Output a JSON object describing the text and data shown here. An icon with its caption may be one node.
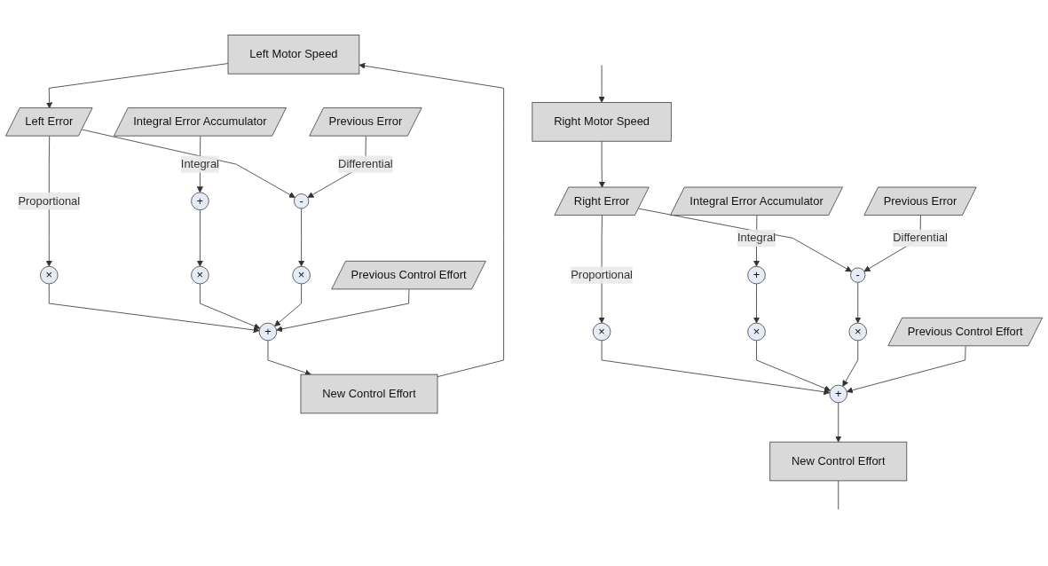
{
  "diagram": {
    "nodes": [
      {
        "text": [
          "Left Motor Speed"
        ]
      },
      {
        "text": [
          "Left Error"
        ]
      },
      {
        "text": [
          "Integral Error Accumulator"
        ]
      },
      {
        "text": [
          "Previous Error"
        ]
      },
      {
        "text": [
          "×"
        ]
      },
      {
        "text": [
          "+"
        ]
      },
      {
        "text": [
          "×"
        ]
      },
      {
        "text": [
          "-"
        ]
      },
      {
        "text": [
          "×"
        ]
      },
      {
        "text": [
          "Previous Control Effort"
        ]
      },
      {
        "text": [
          "+"
        ]
      },
      {
        "text": [
          "New Control Effort"
        ]
      },
      {
        "text": [
          "Right Motor Speed"
        ]
      },
      {
        "text": [
          "Right Error"
        ]
      },
      {
        "text": [
          "Integral Error Accumulator"
        ]
      },
      {
        "text": [
          "Previous Error"
        ]
      },
      {
        "text": [
          "×"
        ]
      },
      {
        "text": [
          "+"
        ]
      },
      {
        "text": [
          "×"
        ]
      },
      {
        "text": [
          "-"
        ]
      },
      {
        "text": [
          "×"
        ]
      },
      {
        "text": [
          "Previous Control Effort"
        ]
      },
      {
        "text": [
          "+"
        ]
      },
      {
        "text": [
          "New Control Effort"
        ]
      }
    ],
    "edges": [
      {
        "from": 0,
        "to": 1,
        "arrow": "to"
      },
      {
        "from": 1,
        "to": 4,
        "arrow": "to",
        "label": "Proportional"
      },
      {
        "from": 2,
        "to": 5,
        "arrow": "to",
        "label": "Integral"
      },
      {
        "from": 1,
        "to": 7,
        "arrow": "to"
      },
      {
        "from": 3,
        "to": 7,
        "arrow": "to",
        "label": "Differential"
      },
      {
        "from": 5,
        "to": 6,
        "arrow": "to"
      },
      {
        "from": 7,
        "to": 8,
        "arrow": "to"
      },
      {
        "from": 4,
        "to": 10,
        "arrow": "to"
      },
      {
        "from": 6,
        "to": 10,
        "arrow": "to"
      },
      {
        "from": 8,
        "to": 10,
        "arrow": "to"
      },
      {
        "from": 9,
        "to": 10,
        "arrow": "to"
      },
      {
        "from": 10,
        "to": 11,
        "arrow": "to"
      },
      {
        "from": 11,
        "to": 0,
        "arrow": "to"
      },
      {
        "from": null,
        "to": 12,
        "arrow": "to"
      },
      {
        "from": 12,
        "to": 13,
        "arrow": "to"
      },
      {
        "from": 13,
        "to": 16,
        "arrow": "to",
        "label": "Proportional"
      },
      {
        "from": 14,
        "to": 17,
        "arrow": "to",
        "label": "Integral"
      },
      {
        "from": 13,
        "to": 19,
        "arrow": "to"
      },
      {
        "from": 15,
        "to": 19,
        "arrow": "to",
        "label": "Differential"
      },
      {
        "from": 17,
        "to": 18,
        "arrow": "to"
      },
      {
        "from": 19,
        "to": 20,
        "arrow": "to"
      },
      {
        "from": 16,
        "to": 22,
        "arrow": "to"
      },
      {
        "from": 18,
        "to": 22,
        "arrow": "to"
      },
      {
        "from": 20,
        "to": 22,
        "arrow": "to"
      },
      {
        "from": 21,
        "to": 22,
        "arrow": "to"
      },
      {
        "from": 22,
        "to": 23,
        "arrow": "to"
      },
      {
        "from": 23,
        "to": null,
        "arrow": "none"
      }
    ]
  }
}
